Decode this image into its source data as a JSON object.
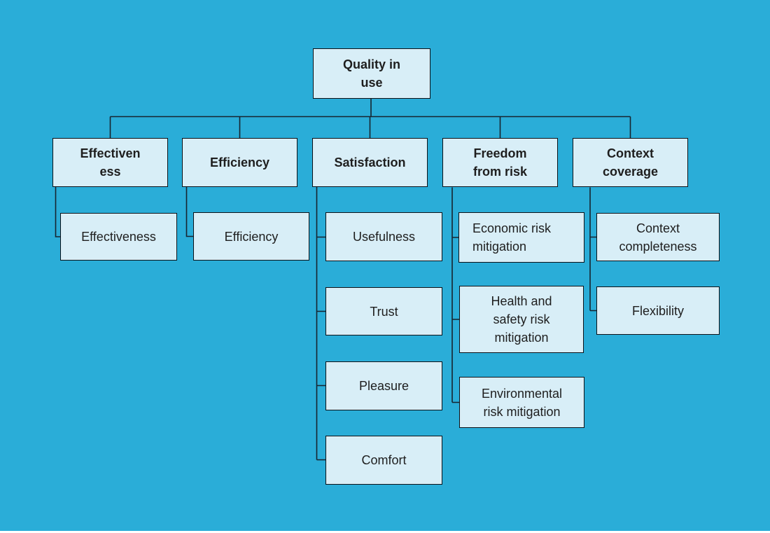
{
  "colors": {
    "background": "#2AADD8",
    "node_fill": "#D8EEF7",
    "node_border": "#0D1117",
    "connector": "#17242F",
    "text": "#1E1E1E"
  },
  "nodes": {
    "root": {
      "label": "Quality in\nuse"
    },
    "groups": {
      "effectiveness": {
        "label": "Effectiven\ness"
      },
      "efficiency": {
        "label": "Efficiency"
      },
      "satisfaction": {
        "label": "Satisfaction"
      },
      "freedom_from_risk": {
        "label": "Freedom\nfrom risk"
      },
      "context_coverage": {
        "label": "Context\ncoverage"
      }
    },
    "leaves": {
      "effectiveness": {
        "label": "Effectiveness"
      },
      "efficiency": {
        "label": "Efficiency"
      },
      "usefulness": {
        "label": "Usefulness"
      },
      "trust": {
        "label": "Trust"
      },
      "pleasure": {
        "label": "Pleasure"
      },
      "comfort": {
        "label": "Comfort"
      },
      "economic_risk": {
        "label": "Economic risk\nmitigation"
      },
      "health_safety_risk": {
        "label": "Health and\nsafety risk\nmitigation"
      },
      "environmental_risk": {
        "label": "Environmental\nrisk mitigation"
      },
      "context_completeness": {
        "label": "Context\ncompleteness"
      },
      "flexibility": {
        "label": "Flexibility"
      }
    }
  }
}
